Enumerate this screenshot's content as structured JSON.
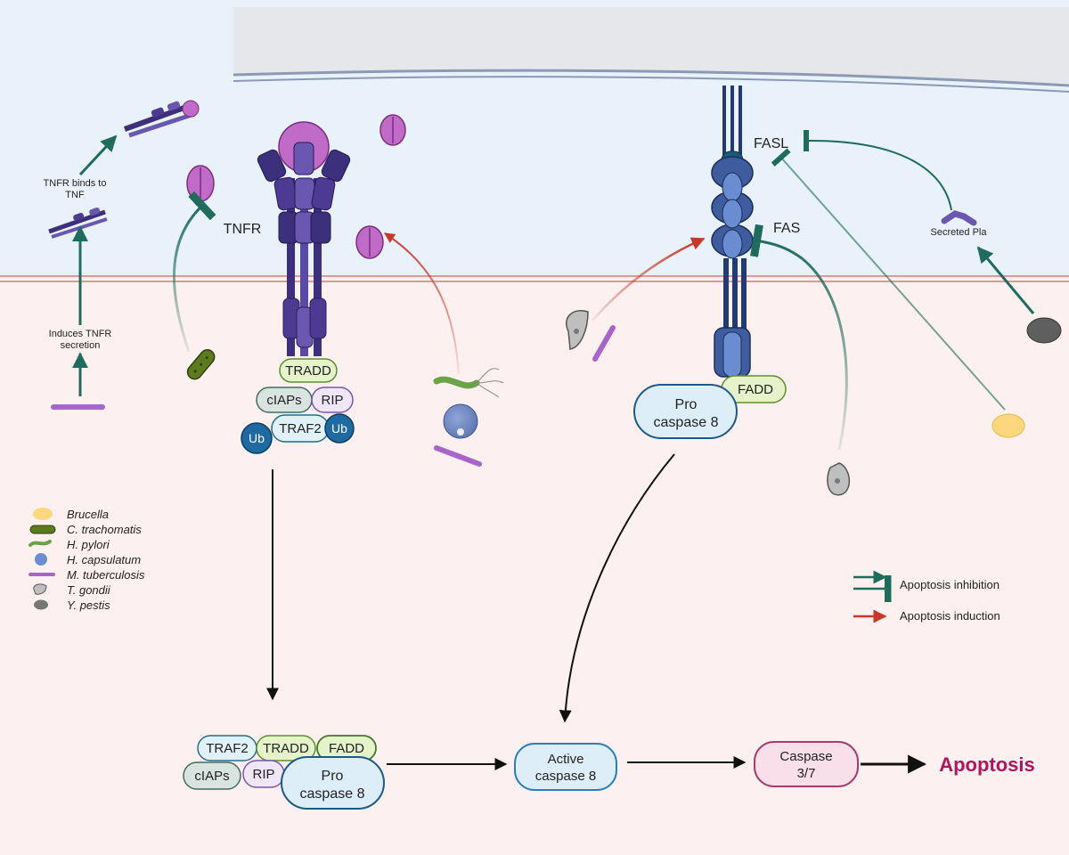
{
  "receptors": {
    "tnfr": "TNFR",
    "fasl": "FASL",
    "fas": "FAS"
  },
  "annotations": {
    "tnfr_binds_tnf": [
      "TNFR binds to",
      "TNF"
    ],
    "induces_tnfr": [
      "Induces TNFR",
      "secretion"
    ],
    "secreted_pla": "Secreted Pla"
  },
  "complexes": {
    "tnfr_top": {
      "tradd": "TRADD",
      "ciaps": "cIAPs",
      "rip": "RIP",
      "traf2": "TRAF2",
      "ub": "Ub"
    },
    "fas_top": {
      "fadd": "FADD",
      "procaspase8": [
        "Pro",
        "caspase 8"
      ]
    },
    "bottom": {
      "traf2": "TRAF2",
      "tradd": "TRADD",
      "fadd": "FADD",
      "ciaps": "cIAPs",
      "rip": "RIP",
      "procaspase8": [
        "Pro",
        "caspase 8"
      ]
    }
  },
  "pathway": {
    "active_caspase8": [
      "Active",
      "caspase 8"
    ],
    "caspase37": [
      "Caspase",
      "3/7"
    ],
    "apoptosis": "Apoptosis"
  },
  "legend_organisms": [
    {
      "name": "Brucella",
      "icon": "brucella-icon"
    },
    {
      "name": "C. trachomatis",
      "icon": "c-trachomatis-icon"
    },
    {
      "name": "H. pylori",
      "icon": "h-pylori-icon"
    },
    {
      "name": "H. capsulatum",
      "icon": "h-capsulatum-icon"
    },
    {
      "name": "M. tuberculosis",
      "icon": "m-tuberculosis-icon"
    },
    {
      "name": "T. gondii",
      "icon": "t-gondii-icon"
    },
    {
      "name": "Y. pestis",
      "icon": "y-pestis-icon"
    }
  ],
  "legend_arrows": {
    "inhibition": "Apoptosis inhibition",
    "induction": "Apoptosis induction"
  },
  "colors": {
    "extracellular": "#e9f1fb",
    "cytoplasm": "#fdf0f0",
    "nucleus": "#e7e8eb",
    "inhibition": "#1f6b5c",
    "induction": "#c8392b",
    "apoptosis_text": "#b0145a"
  }
}
